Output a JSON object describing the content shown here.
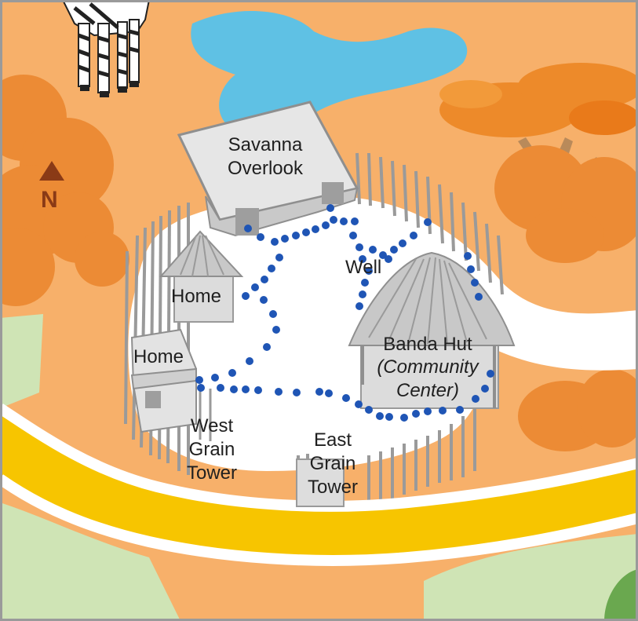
{
  "map": {
    "compass": {
      "letter": "N"
    },
    "labels": {
      "savanna_overlook": [
        "Savanna",
        "Overlook"
      ],
      "well": "Well",
      "home_upper": "Home",
      "home_lower": "Home",
      "banda_hut": "Banda Hut",
      "community_center": [
        "(Community",
        "Center)"
      ],
      "west_grain_tower": [
        "West",
        "Grain",
        "Tower"
      ],
      "east_grain_tower": [
        "East",
        "Grain",
        "Tower"
      ]
    },
    "colors": {
      "ground": "#f7b06a",
      "pond": "#5fc1e4",
      "path_yellow": "#f7c500",
      "walkway": "#ffffff",
      "grass": "#cfe4b5",
      "trail_dots": "#1f55b5",
      "tree_orange": "#ed8a2a",
      "compass_arrow": "#8a3a16"
    }
  }
}
